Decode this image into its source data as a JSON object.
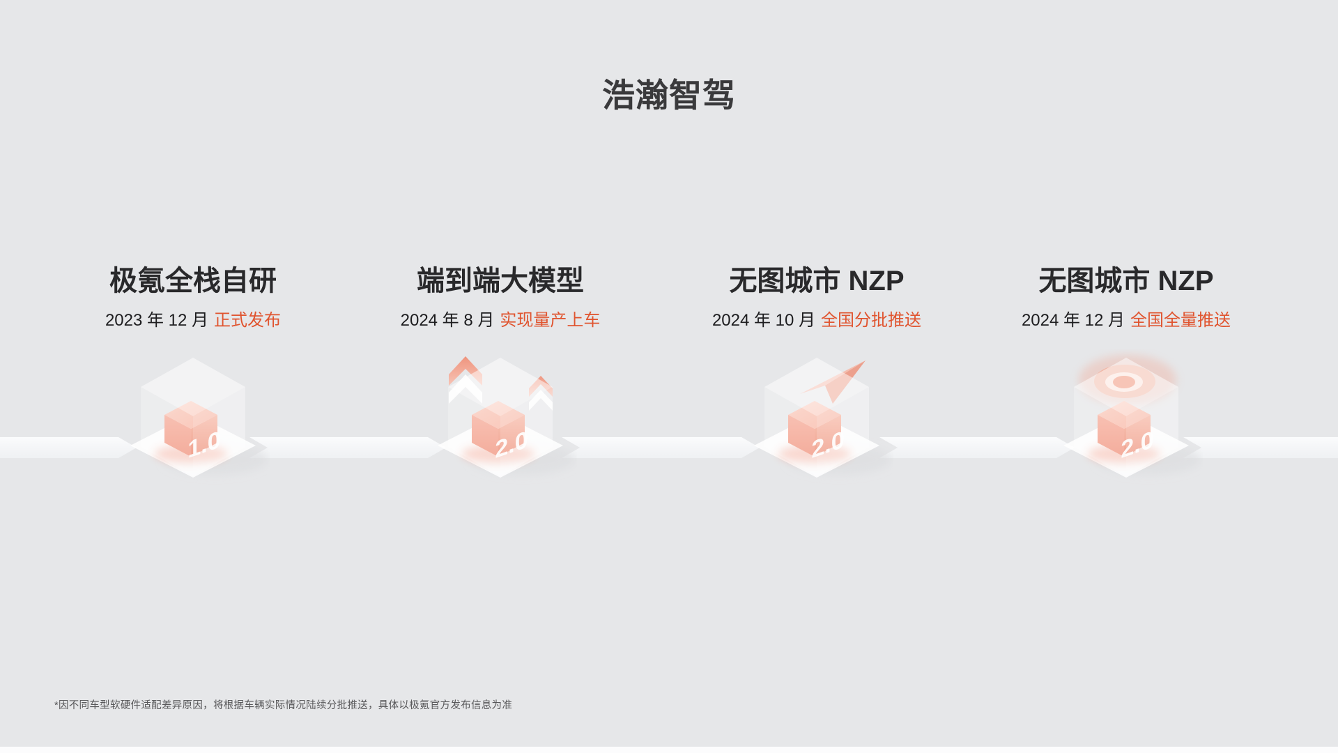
{
  "slide": {
    "title": "浩瀚智驾",
    "background_color": "#e6e7e9",
    "accent_color": "#e0542f",
    "milestones": [
      {
        "heading": "极氪全栈自研",
        "date": "2023 年 12 月",
        "status": "正式发布",
        "version": "1.0",
        "icon": "cube-version-1-icon"
      },
      {
        "heading": "端到端大模型",
        "date": "2024 年 8 月",
        "status": "实现量产上车",
        "version": "2.0",
        "icon": "cube-version-2-up-arrows-icon"
      },
      {
        "heading": "无图城市 NZP",
        "date": "2024 年 10 月",
        "status": "全国分批推送",
        "version": "2.0",
        "icon": "cube-version-2-paper-plane-icon"
      },
      {
        "heading": "无图城市 NZP",
        "date": "2024 年 12 月",
        "status": "全国全量推送",
        "version": "2.0",
        "icon": "cube-version-2-radar-rings-icon"
      }
    ],
    "footnote": "*因不同车型软硬件适配差异原因，将根据车辆实际情况陆续分批推送，具体以极氪官方发布信息为准"
  }
}
